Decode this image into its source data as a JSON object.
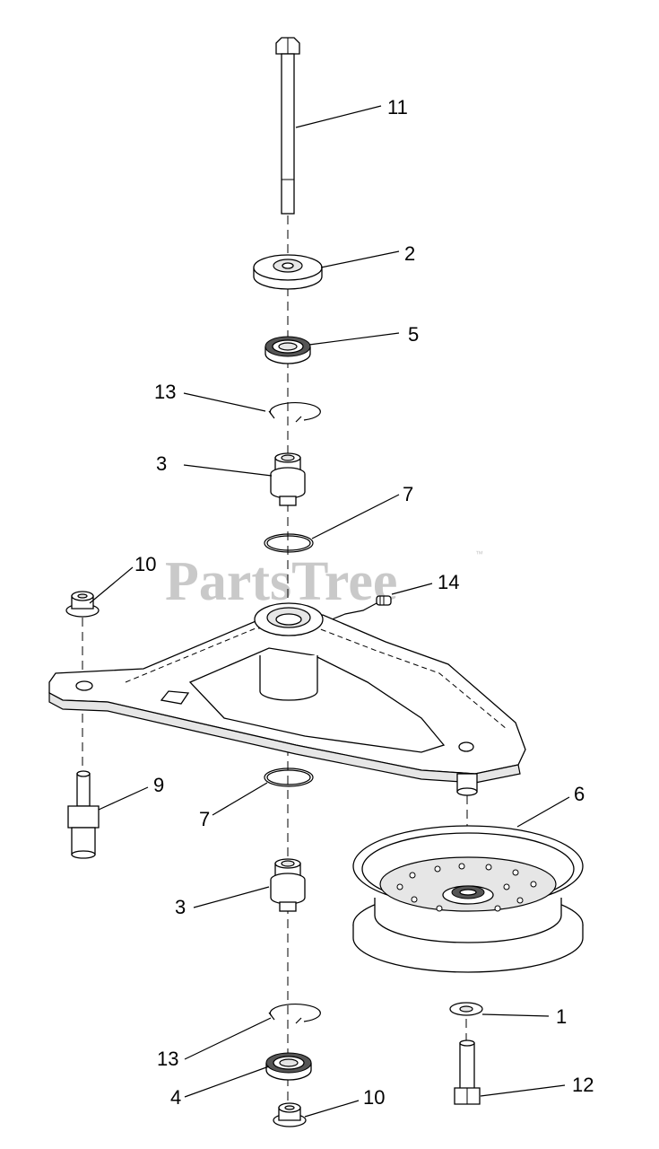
{
  "watermark": {
    "brand": "PartsTree",
    "trademark": "™"
  },
  "callouts": {
    "c11": "11",
    "c2": "2",
    "c5": "5",
    "c13_top": "13",
    "c3_top": "3",
    "c7_top": "7",
    "c10_top": "10",
    "c14": "14",
    "c9": "9",
    "c7_bottom": "7",
    "c6": "6",
    "c3_bottom": "3",
    "c13_bottom": "13",
    "c1": "1",
    "c4": "4",
    "c10_bottom": "10",
    "c12": "12"
  }
}
